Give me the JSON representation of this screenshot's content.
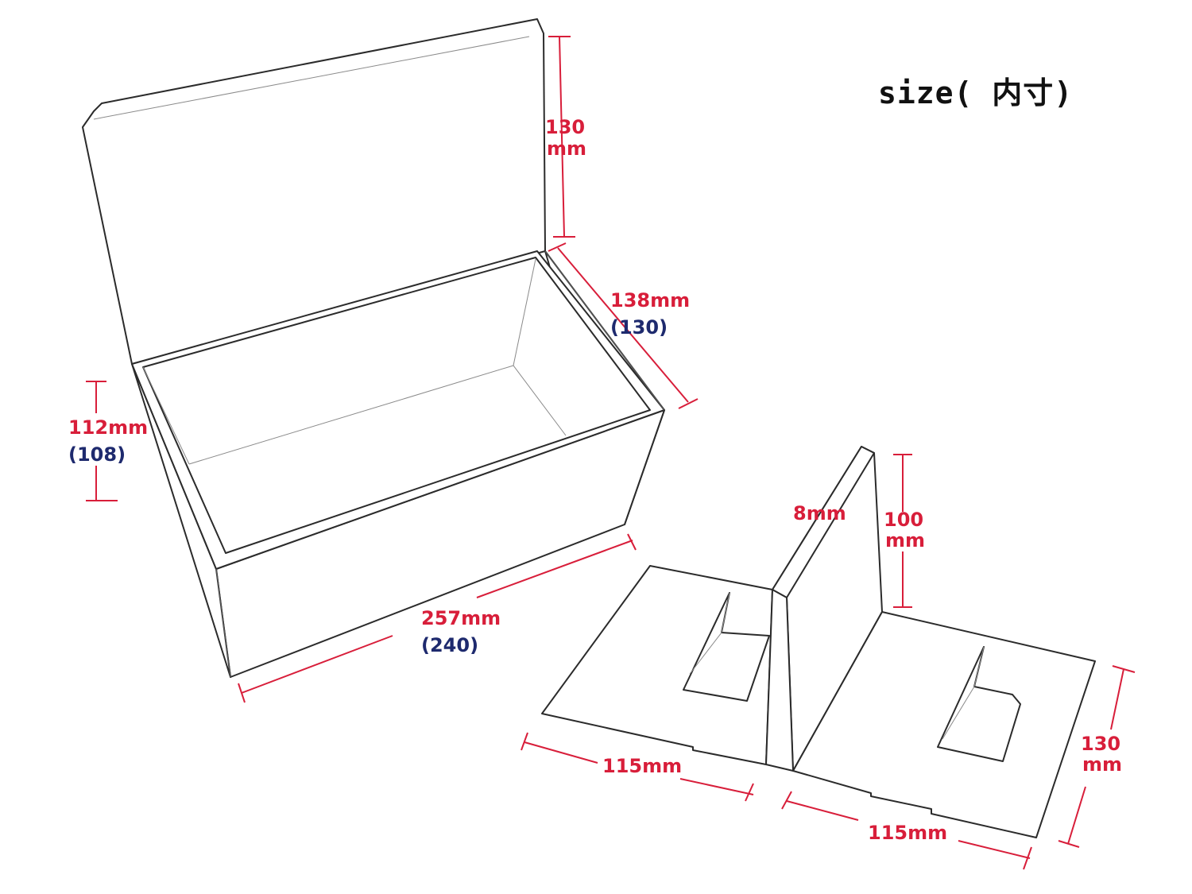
{
  "title": "size( 内寸)",
  "colors": {
    "dimension_line": "#d81e3a",
    "outer_value": "#d81e3a",
    "inner_value": "#1e2a6e",
    "outline": "#2b2b2b"
  },
  "box": {
    "lid_height": {
      "value": "130",
      "unit": "mm"
    },
    "depth": {
      "outer": "138mm",
      "inner": "(130)"
    },
    "height": {
      "outer": "112mm",
      "inner": "(108)"
    },
    "length": {
      "outer": "257mm",
      "inner": "(240)"
    }
  },
  "insert": {
    "thickness": "8mm",
    "height": {
      "value": "100",
      "unit": "mm"
    },
    "left_width": "115mm",
    "right_width": "115mm",
    "depth": {
      "value": "130",
      "unit": "mm"
    }
  }
}
